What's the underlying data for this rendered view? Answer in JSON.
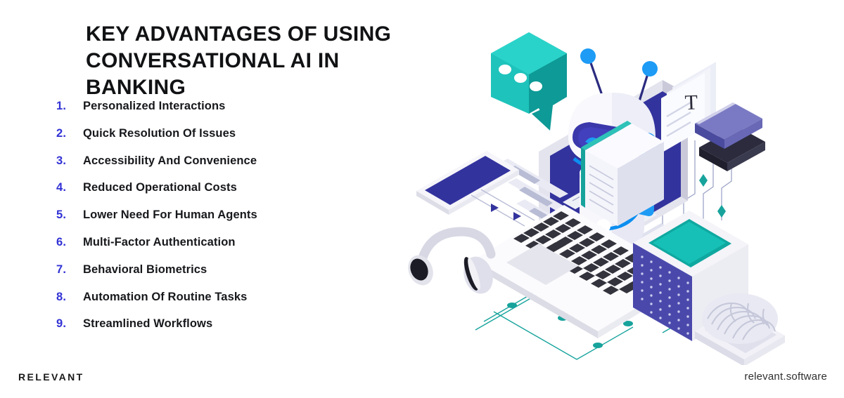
{
  "header": {
    "title": "KEY ADVANTAGES OF USING CONVERSATIONAL AI IN BANKING"
  },
  "advantages": [
    {
      "number": "1.",
      "label": "Personalized Interactions"
    },
    {
      "number": "2.",
      "label": "Quick Resolution Of Issues"
    },
    {
      "number": "3.",
      "label": "Accessibility And Convenience"
    },
    {
      "number": "4.",
      "label": "Reduced Operational Costs"
    },
    {
      "number": "5.",
      "label": "Lower Need For Human Agents"
    },
    {
      "number": "6.",
      "label": "Multi-Factor Authentication"
    },
    {
      "number": "7.",
      "label": "Behavioral Biometrics"
    },
    {
      "number": "8.",
      "label": "Automation Of Routine Tasks"
    },
    {
      "number": "9.",
      "label": "Streamlined Workflows"
    }
  ],
  "footer": {
    "logo": "RELEVANT",
    "url": "relevant.software"
  },
  "illustration": {
    "alt": "Isometric illustration of a chatbot robot on a laptop with smartphone, headphones, books, documents, server tower and brain model connected by circuit traces",
    "document_letter": "T",
    "parts": [
      "speech-bubble",
      "chatbot-robot",
      "laptop",
      "smartphone",
      "headphones",
      "documents",
      "book-stack",
      "server-tower",
      "brain-model",
      "circuit-traces"
    ]
  },
  "colors": {
    "number_blue": "#3232d6",
    "text_dark": "#17181c",
    "title_dark": "#111214",
    "background": "#ffffff",
    "accent_teal": "#15b3ae",
    "accent_teal_dark": "#0e8f8b",
    "indigo_deep": "#33339e",
    "indigo_mid": "#3b3bb0",
    "bright_blue": "#1d9bf5",
    "bright_blue_2": "#0b8ef0",
    "robot_white": "#f4f4fa",
    "robot_shade": "#dcdcee",
    "violet_book": "#6f6fb8",
    "key_dark": "#33333d",
    "grey_light": "#ececf3",
    "grey_mid": "#d6d6e2"
  }
}
